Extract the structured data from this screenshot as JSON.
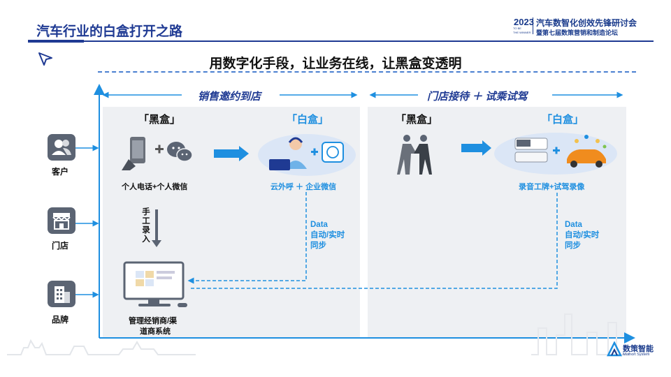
{
  "title": "汽车行业的白盒打开之路",
  "brand": {
    "year": "2023",
    "sub1": "TO BE",
    "sub2": "THE WINNER",
    "line1": "汽车数智化创效先锋研讨会",
    "line2": "暨第七届数策营销和制造论坛"
  },
  "headline": "用数字化手段，让业务在线，让黑盒变透明",
  "sections": {
    "left": "销售邀约到店",
    "right": "门店接待 ＋ 试乘试驾"
  },
  "left_panel": {
    "black_box_label": "「黑盒」",
    "white_box_label": "「白盒」",
    "black_caption": "个人电话+个人微信",
    "white_caption": "云外呼 ＋ 企业微信",
    "manual_entry": [
      "手",
      "工",
      "录",
      "入"
    ],
    "data_lines": [
      "Data",
      "自动/实时",
      "同步"
    ],
    "system_caption_1": "管理经销商/渠",
    "system_caption_2": "道商系统"
  },
  "right_panel": {
    "black_box_label": "「黑盒」",
    "white_box_label": "「白盒」",
    "white_caption": "录音工牌+试驾录像",
    "data_lines": [
      "Data",
      "自动/实时",
      "同步"
    ]
  },
  "side_items": [
    {
      "label": "客户",
      "icon": "customer-icon"
    },
    {
      "label": "门店",
      "icon": "store-icon"
    },
    {
      "label": "品牌",
      "icon": "building-icon"
    }
  ],
  "logo": {
    "name": "数策智能",
    "sub": "Mothort System"
  },
  "colors": {
    "primary": "#1f3a93",
    "accent": "#1e8fe0",
    "panel": "#eef0f3",
    "icon_gray": "#5b6473"
  }
}
